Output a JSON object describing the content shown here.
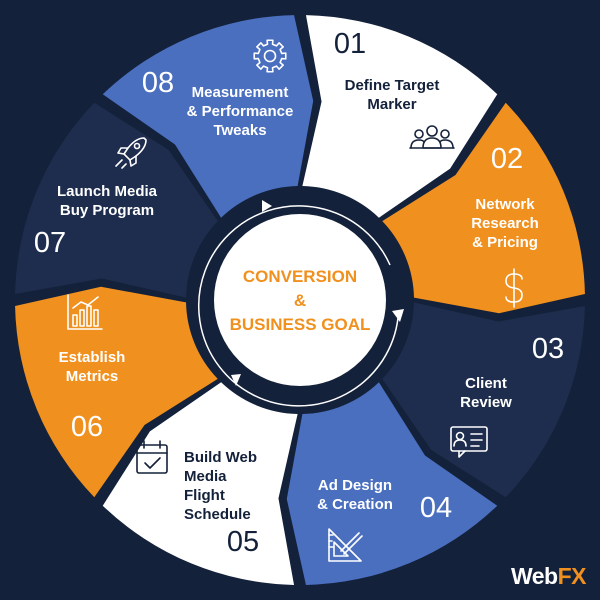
{
  "center": {
    "line1": "CONVERSION",
    "line2": "&",
    "line3": "BUSINESS GOAL"
  },
  "steps": [
    {
      "num": "01",
      "label": [
        "Define Target",
        "Marker"
      ],
      "icon": "users-icon",
      "color": "#ffffff",
      "text_color": "#14213a",
      "num_color": "#14213a"
    },
    {
      "num": "02",
      "label": [
        "Network",
        "Research",
        "& Pricing"
      ],
      "icon": "dollar-icon",
      "color": "#f0901e",
      "text_color": "#ffffff",
      "num_color": "#ffffff"
    },
    {
      "num": "03",
      "label": [
        "Client",
        "Review"
      ],
      "icon": "profile-card-icon",
      "color": "#1e2d4d",
      "text_color": "#ffffff",
      "num_color": "#ffffff"
    },
    {
      "num": "04",
      "label": [
        "Ad Design",
        "& Creation"
      ],
      "icon": "design-tools-icon",
      "color": "#4a6fbf",
      "text_color": "#ffffff",
      "num_color": "#ffffff"
    },
    {
      "num": "05",
      "label": [
        "Build Web",
        "Media",
        "Flight",
        "Schedule"
      ],
      "icon": "calendar-check-icon",
      "color": "#ffffff",
      "text_color": "#14213a",
      "num_color": "#14213a"
    },
    {
      "num": "06",
      "label": [
        "Establish",
        "Metrics"
      ],
      "icon": "bar-chart-icon",
      "color": "#f0901e",
      "text_color": "#ffffff",
      "num_color": "#ffffff"
    },
    {
      "num": "07",
      "label": [
        "Launch Media",
        "Buy Program"
      ],
      "icon": "rocket-icon",
      "color": "#1e2d4d",
      "text_color": "#ffffff",
      "num_color": "#ffffff"
    },
    {
      "num": "08",
      "label": [
        "Measurement",
        "& Performance",
        "Tweaks"
      ],
      "icon": "gear-icon",
      "color": "#4a6fbf",
      "text_color": "#ffffff",
      "num_color": "#ffffff"
    }
  ],
  "brand": {
    "part1": "Web",
    "part2": "FX"
  },
  "colors": {
    "background": "#14213a",
    "accent": "#f0901e",
    "blue": "#4a6fbf",
    "navy": "#1e2d4d"
  }
}
